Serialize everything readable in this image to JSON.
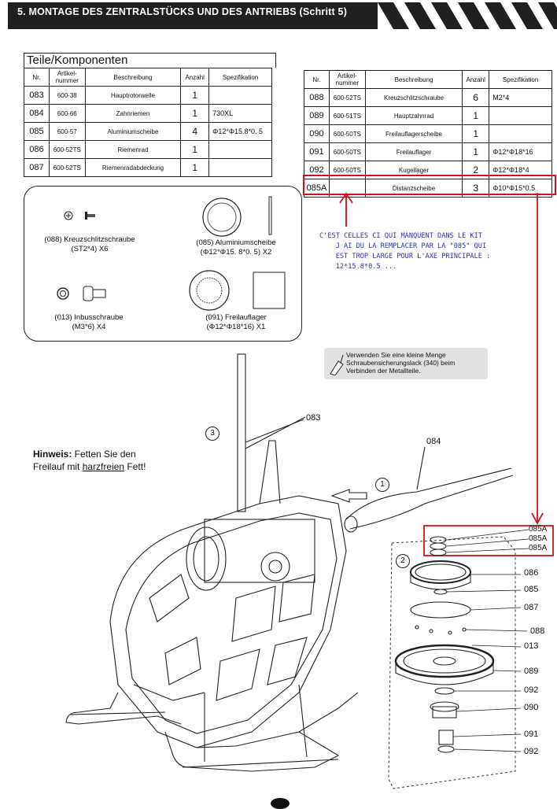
{
  "header": {
    "title": "5. MONTAGE DES ZENTRALSTÜCKS UND DES ANTRIEBS (Schritt 5)"
  },
  "parts_heading": "Teile/Komponenten",
  "table_columns": [
    "Nr.",
    "Artikel-\nnummer",
    "Beschreibung",
    "Anzahl",
    "Spezifikation"
  ],
  "table_left": [
    {
      "nr": "083",
      "art": "600-38",
      "desc": "Hauptrotorwelle",
      "qty": "1",
      "spec": ""
    },
    {
      "nr": "084",
      "art": "600-66",
      "desc": "Zahnriemen",
      "qty": "1",
      "spec": "730XL"
    },
    {
      "nr": "085",
      "art": "600-57",
      "desc": "Aluminiumscheibe",
      "qty": "4",
      "spec": "Φ12*Φ15.8*0. 5"
    },
    {
      "nr": "086",
      "art": "600-52TS",
      "desc": "Riemenrad",
      "qty": "1",
      "spec": ""
    },
    {
      "nr": "087",
      "art": "600-52TS",
      "desc": "Riemenradabdeckung",
      "qty": "1",
      "spec": ""
    }
  ],
  "table_right": [
    {
      "nr": "088",
      "art": "600-52TS",
      "desc": "Kreuzschlitzschraube",
      "qty": "6",
      "spec": "M2*4"
    },
    {
      "nr": "089",
      "art": "600-51TS",
      "desc": "Hauptzahnrad",
      "qty": "1",
      "spec": ""
    },
    {
      "nr": "090",
      "art": "600-50TS",
      "desc": "Freilauflagerscheibe",
      "qty": "1",
      "spec": ""
    },
    {
      "nr": "091",
      "art": "600-50TS",
      "desc": "Freilauflager",
      "qty": "1",
      "spec": "Φ12*Φ18*16"
    },
    {
      "nr": "092",
      "art": "600-50TS",
      "desc": "Kugellager",
      "qty": "2",
      "spec": "Φ12*Φ18*4"
    },
    {
      "nr": "085A",
      "art": "",
      "desc": "Distanzscheibe",
      "qty": "3",
      "spec": "Φ10*Φ15*0.5"
    }
  ],
  "parts_box": {
    "screw_088": "(088) Kreuzschlitzschraube\n(ST2*4) X6",
    "washer_085": "(085) Aluminiumscheibe\n(Φ12*Φ15. 8*0. 5) X2",
    "screw_013": "(013) Inbusschraube\n(M3*6) X4",
    "bearing_091": "(091) Freilauflager\n(Φ12*Φ18*16) X1"
  },
  "handwritten_note": "C'EST CELLES CI QUI MANQUENT DANS LE KIT\n    J AI DU LA REMPLACER PAR LA \"085\" QUI\n    EST TROP LARGE POUR L'AXE PRINCIPALE :\n    12*15.8*0.5 ...",
  "warning": "Verwenden Sie eine kleine Menge Schraubensicherungslack (340) beim Verbinden der Metallteile.",
  "hint": {
    "bold": "Hinweis:",
    "text1": " Fetten Sie den",
    "text2": "Freilauf mit ",
    "underlined": "harzfreien",
    "text3": " Fett!"
  },
  "steps": [
    "1",
    "2",
    "3"
  ],
  "callouts": {
    "c083": "083",
    "c084": "084",
    "side": [
      "085A",
      "085A",
      "085A",
      "086",
      "085",
      "087",
      "088",
      "013",
      "089",
      "092",
      "090",
      "091",
      "092"
    ]
  },
  "colors": {
    "highlight": "#d0101a",
    "note_ink": "#2b33a8",
    "banner": "#1f1f1f"
  }
}
